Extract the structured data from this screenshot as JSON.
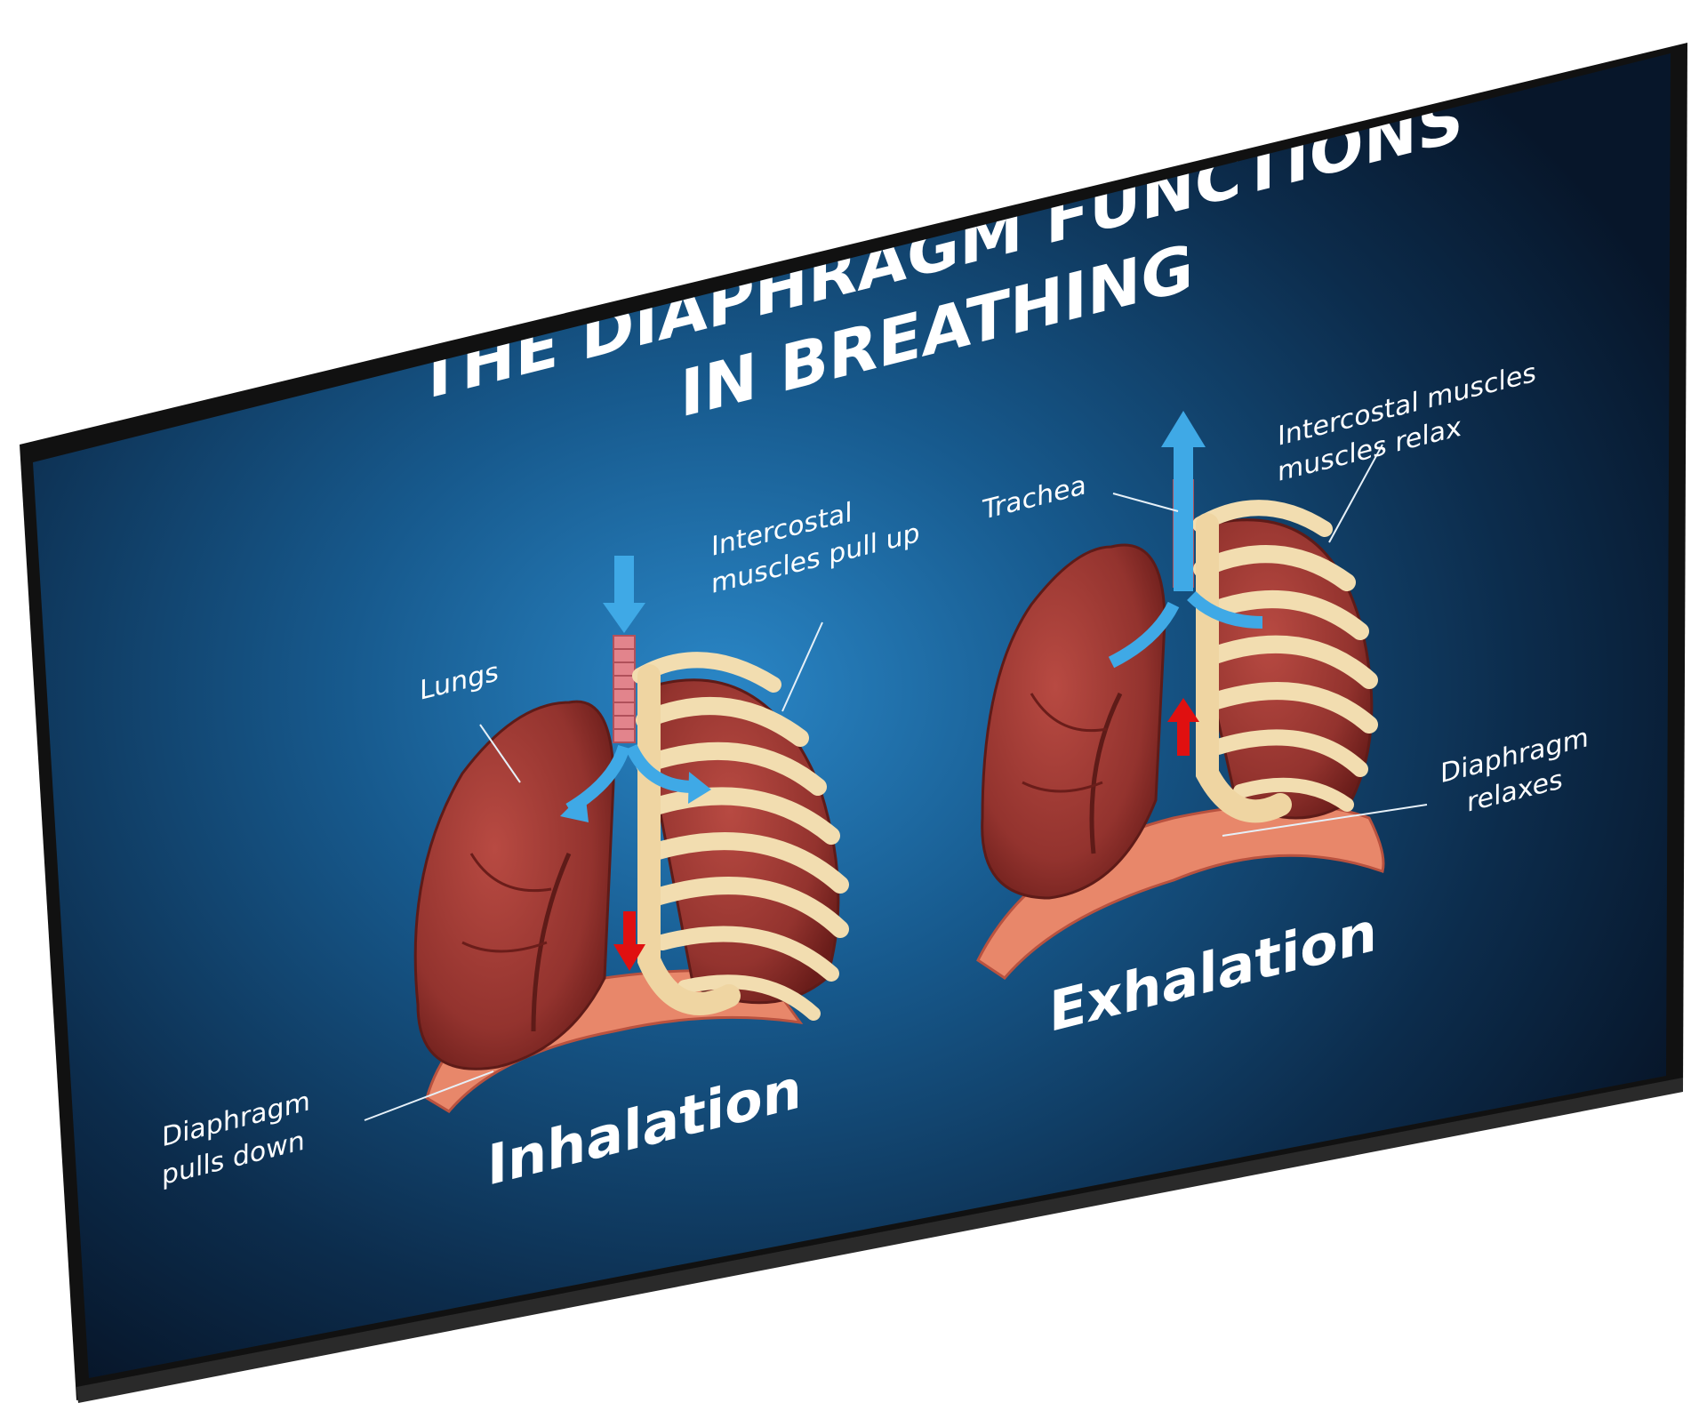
{
  "title": {
    "line1": "THE DIAPHRAGM FUNCTIONS",
    "line2": "IN BREATHING"
  },
  "inhalation": {
    "phase_label": "Inhalation",
    "labels": {
      "lungs": "Lungs",
      "intercostal_line1": "Intercostal",
      "intercostal_line2": "muscles pull up",
      "diaphragm_line1": "Diaphragm",
      "diaphragm_line2": "pulls down"
    }
  },
  "exhalation": {
    "phase_label": "Exhalation",
    "labels": {
      "trachea": "Trachea",
      "intercostal_line1": "Intercostal muscles",
      "intercostal_line2": "muscles relax",
      "diaphragm_line1": "Diaphragm",
      "diaphragm_line2": "relaxes"
    }
  },
  "colors": {
    "screen_bg_center": "#1f6fa8",
    "screen_bg_edge": "#0a1a2e",
    "bezel": "#111111",
    "lung": "#9c3a35",
    "lung_shade": "#6e1f1c",
    "rib": "#f2ddb0",
    "trachea": "#e2848c",
    "diaphragm": "#e8876a",
    "air_arrow": "#3fa9e6",
    "diaphragm_arrow": "#e01010"
  }
}
